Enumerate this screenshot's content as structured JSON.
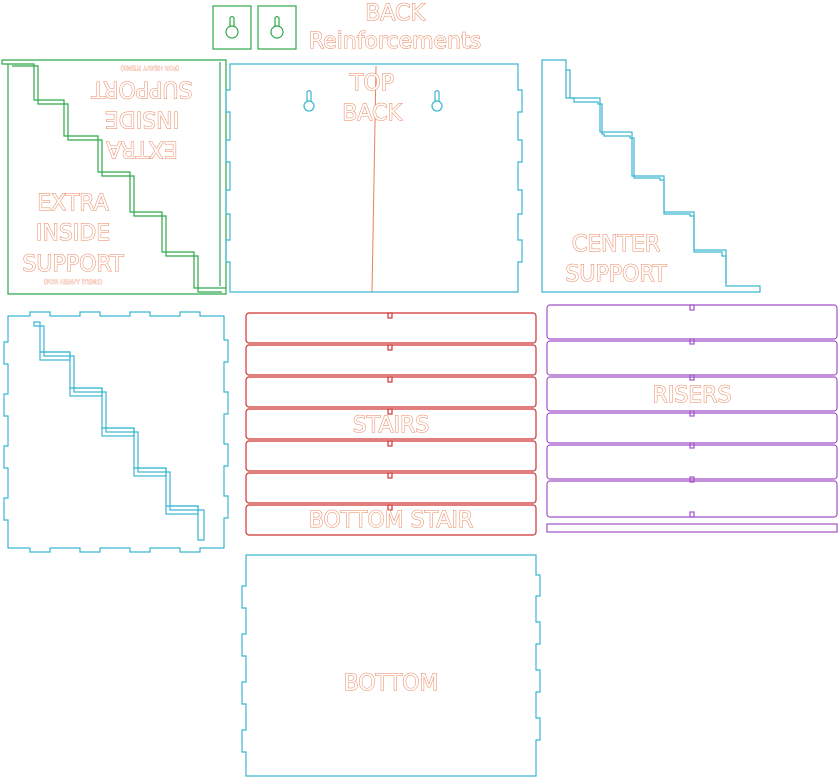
{
  "colors": {
    "cut_cyan": "#3cb6d2",
    "cut_green": "#2ea84a",
    "cut_red": "#d23232",
    "cut_purple": "#a052c8",
    "engrave_orange": "#e8825a"
  },
  "labels": {
    "back_reinforcements": [
      "BACK",
      "Reinforcements"
    ],
    "top_back": [
      "TOP",
      "BACK"
    ],
    "extra_inside_support": [
      "EXTRA",
      "INSIDE",
      "SUPPORT"
    ],
    "extra_inside_support_note": "(FOR HEAVY ITEMS)",
    "center_support": [
      "CENTER",
      "SUPPORT"
    ],
    "stairs": "STAIRS",
    "bottom_stair": "BOTTOM STAIR",
    "risers": "RISERS",
    "bottom": "BOTTOM"
  },
  "icons": {
    "keyhole": "keyhole-hanger-icon"
  }
}
